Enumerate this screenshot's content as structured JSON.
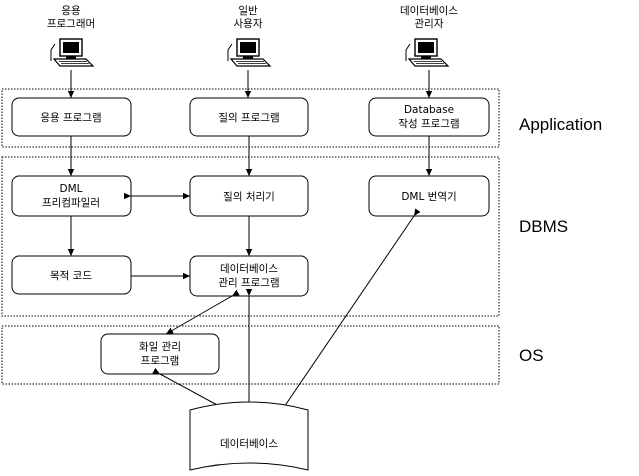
{
  "users": [
    {
      "line1": "응용",
      "line2": "프로그래머"
    },
    {
      "line1": "일반",
      "line2": "사용자"
    },
    {
      "line1": "데이터베이스",
      "line2": "관리자"
    }
  ],
  "layers": {
    "application": "Application",
    "dbms": "DBMS",
    "os": "OS"
  },
  "boxes": {
    "app_program": "응용 프로그램",
    "query_program": "질의 프로그램",
    "db_program_line1": "Database",
    "db_program_line2": "작성 프로그램",
    "dml_precompiler_line1": "DML",
    "dml_precompiler_line2": "프리컴파일러",
    "query_processor": "질의 처리기",
    "dml_translator": "DML 번역기",
    "object_code": "목적 코드",
    "db_manager_line1": "데이터베이스",
    "db_manager_line2": "관리 프로그램",
    "file_manager_line1": "화일 관리",
    "file_manager_line2": "프로그램",
    "database": "데이터베이스"
  },
  "icon": "computer-terminal-icon"
}
